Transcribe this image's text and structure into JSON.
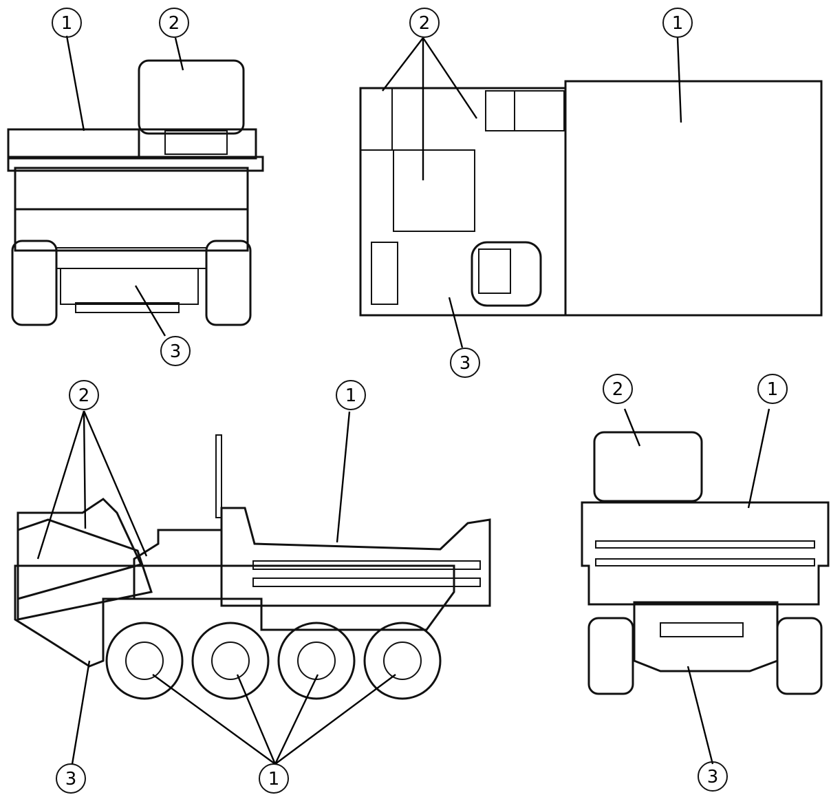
{
  "views": [
    {
      "name": "front-view"
    },
    {
      "name": "top-view"
    },
    {
      "name": "side-view"
    },
    {
      "name": "rear-view"
    }
  ],
  "callouts": {
    "front_1": "1",
    "front_2": "2",
    "front_3": "3",
    "top_2": "2",
    "top_1": "1",
    "top_3": "3",
    "side_2": "2",
    "side_1_body": "1",
    "side_3": "3",
    "side_1_wheels": "1",
    "rear_2": "2",
    "rear_1": "1",
    "rear_3": "3"
  },
  "fill_patterns": {
    "dots": "dotted-fill",
    "vertical": "vertical-line-fill",
    "diagonal": "diagonal-hatch-fill"
  },
  "colors": {
    "ink": "#000000",
    "paper": "#ffffff"
  }
}
